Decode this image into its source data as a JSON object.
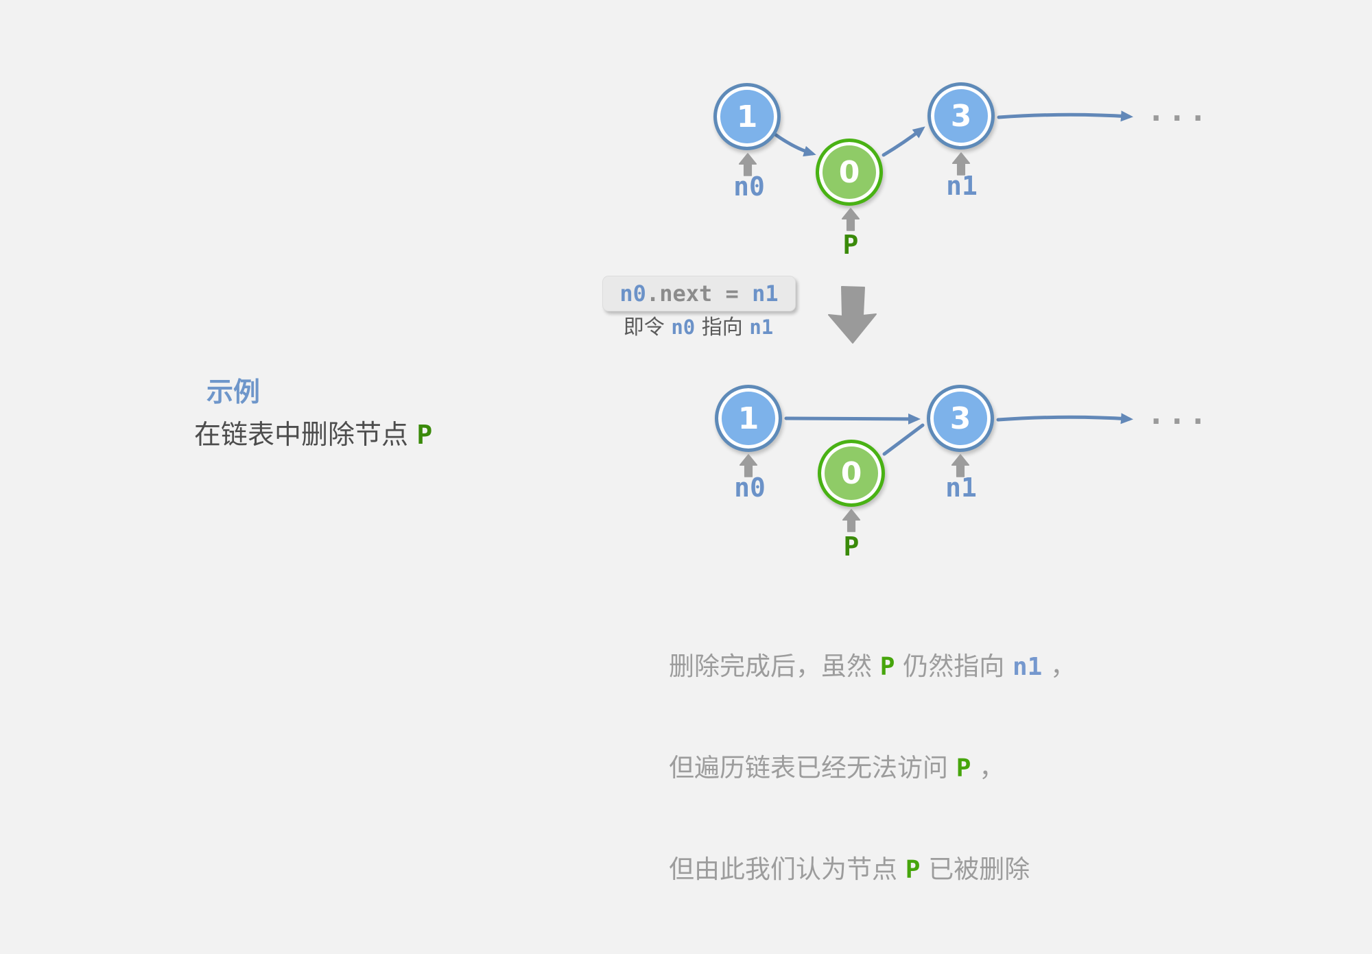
{
  "colors": {
    "background": "#f2f2f2",
    "node_blue_fill": "#7db2ea",
    "node_blue_border": "#5e8ab8",
    "node_green_fill": "#8fcb67",
    "node_green_border": "#49b214",
    "link_arrow": "#6288b8",
    "pointer_gray": "#9c9c9c",
    "label_blue": "#6b92c8",
    "label_green": "#3a8a0a",
    "heading_blue": "#6e96ca",
    "body_dark_gray": "#4d4d4d",
    "note_gray": "#9c9c9c",
    "code_chip_bg": "#e9e9e9"
  },
  "example": {
    "heading": "示例",
    "subtitle_prefix": "在链表中删除节点 ",
    "subtitle_target": "P"
  },
  "operation": {
    "code": {
      "n0": "n0",
      "mid": ".next = ",
      "n1": "n1"
    },
    "caption": {
      "prefix": "即令 ",
      "n0": "n0",
      "mid": " 指向 ",
      "n1": "n1"
    }
  },
  "diagram_before": {
    "node1": {
      "value": "1",
      "label": "n0"
    },
    "node0": {
      "value": "0",
      "label": "P"
    },
    "node3": {
      "value": "3",
      "label": "n1"
    },
    "ellipsis": "..."
  },
  "diagram_after": {
    "node1": {
      "value": "1",
      "label": "n0"
    },
    "node0": {
      "value": "0",
      "label": "P"
    },
    "node3": {
      "value": "3",
      "label": "n1"
    },
    "ellipsis": "..."
  },
  "note": {
    "line1": {
      "p1": "删除完成后，虽然 ",
      "p2": "P",
      "p3": " 仍然指向 ",
      "p4": "n1",
      "p5": " ，"
    },
    "line2": {
      "p1": "但遍历链表已经无法访问 ",
      "p2": "P",
      "p3": " ，"
    },
    "line3": {
      "p1": "但由此我们认为节点 ",
      "p2": "P",
      "p3": " 已被删除"
    }
  }
}
